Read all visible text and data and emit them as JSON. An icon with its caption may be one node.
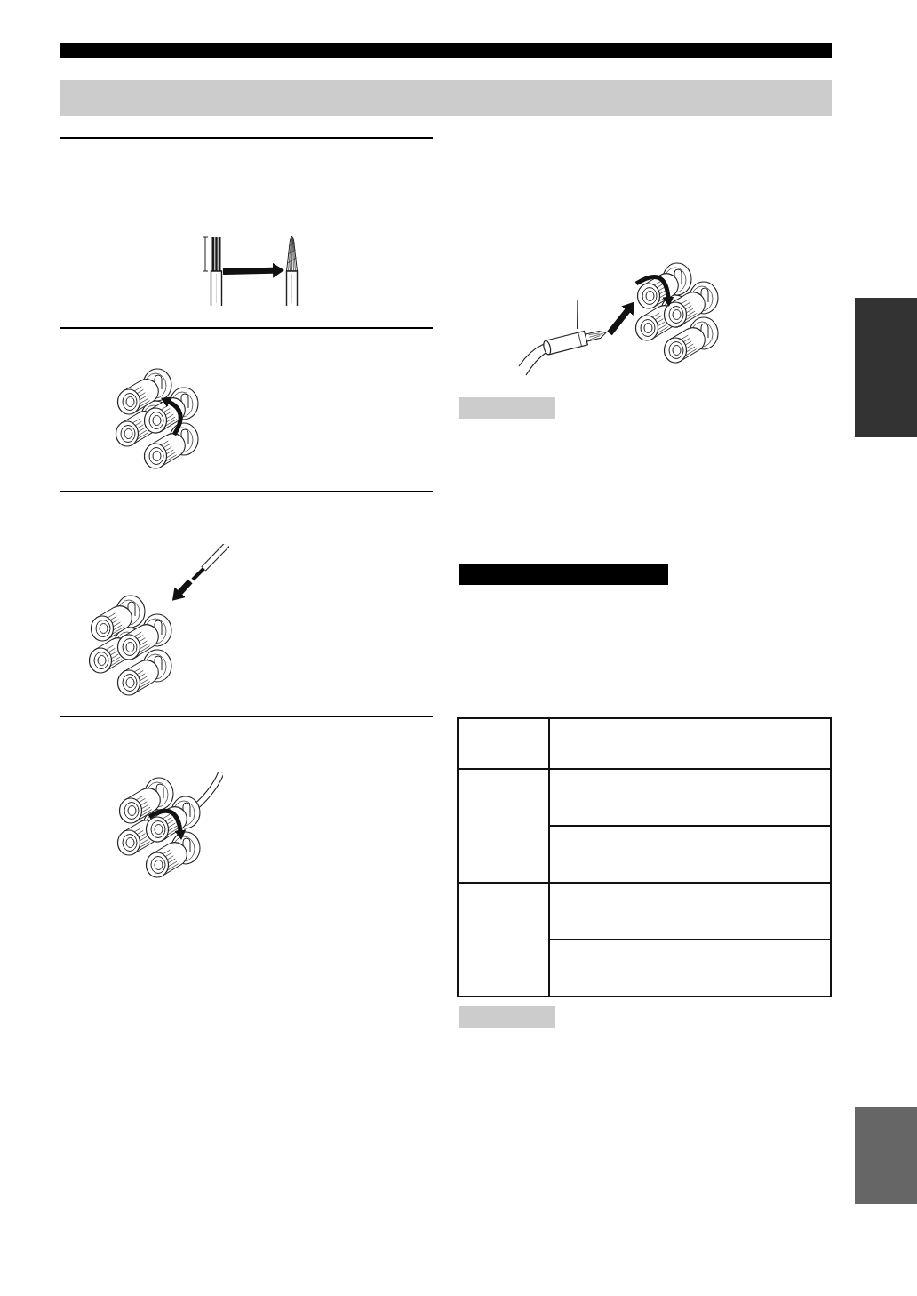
{
  "diagram": {
    "nodes": [
      {
        "text": [],
        "shape": "bar"
      },
      {
        "text": [],
        "shape": "picture"
      },
      {
        "text": [],
        "shape": "picture"
      },
      {
        "text": [],
        "shape": "picture"
      },
      {
        "text": [],
        "shape": "picture"
      },
      {
        "text": [],
        "shape": "picture"
      },
      {
        "text": [],
        "shape": "picture"
      },
      {
        "text": [],
        "shape": "picture"
      },
      {
        "text": [],
        "shape": "picture"
      },
      {
        "text": [],
        "shape": "box"
      },
      {
        "text": [],
        "shape": "bar"
      },
      {
        "text": [],
        "shape": "box"
      }
    ],
    "edges": [
      {
        "from": 1,
        "to": 2,
        "arrow": "to"
      },
      {
        "from": 4,
        "to": 5,
        "arrow": "to"
      },
      {
        "from": null,
        "to": 7,
        "arrow": "none"
      },
      {
        "from": 7,
        "to": 8,
        "arrow": "to"
      }
    ]
  }
}
